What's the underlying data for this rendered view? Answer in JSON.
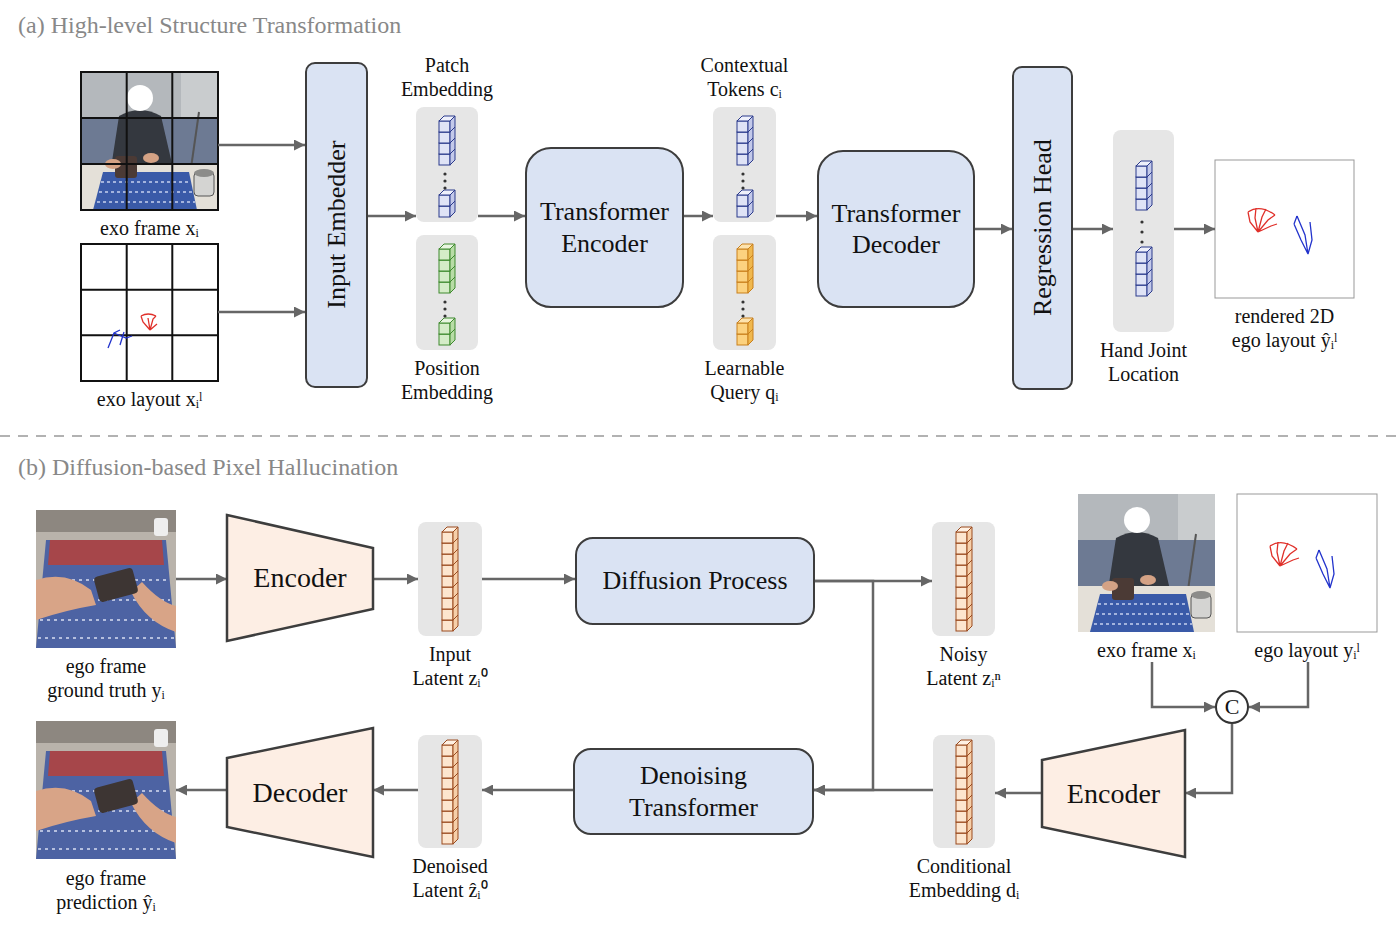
{
  "diagram": {
    "nodes": [
      {
        "text": [
          "exo frame xᵢ"
        ]
      },
      {
        "text": [
          "exo layout xᵢˡ"
        ]
      },
      {
        "text": [
          "Input Embedder"
        ]
      },
      {
        "text": [
          "Patch Embedding"
        ]
      },
      {
        "text": [
          "Position Embedding"
        ]
      },
      {
        "text": [
          "Transformer Encoder"
        ]
      },
      {
        "text": [
          "Contextual Tokens cᵢ"
        ]
      },
      {
        "text": [
          "Learnable Query qᵢ"
        ]
      },
      {
        "text": [
          "Transformer Decoder"
        ]
      },
      {
        "text": [
          "Regression Head"
        ]
      },
      {
        "text": [
          "Hand Joint Location"
        ]
      },
      {
        "text": [
          "rendered 2D ego layout ŷᵢˡ"
        ]
      },
      {
        "text": [
          "ego frame ground truth yᵢ"
        ]
      },
      {
        "text": [
          "Encoder"
        ]
      },
      {
        "text": [
          "Input Latent zᵢ⁰"
        ]
      },
      {
        "text": [
          "Diffusion Process"
        ]
      },
      {
        "text": [
          "Noisy Latent zᵢⁿ"
        ]
      },
      {
        "text": [
          "exo frame xᵢ"
        ]
      },
      {
        "text": [
          "ego layout yᵢˡ"
        ]
      },
      {
        "text": [
          "C"
        ]
      },
      {
        "text": [
          "Encoder"
        ]
      },
      {
        "text": [
          "Conditional Embedding dᵢ"
        ]
      },
      {
        "text": [
          "Denoising Transformer"
        ]
      },
      {
        "text": [
          "Denoised Latent ẑᵢ⁰"
        ]
      },
      {
        "text": [
          "Decoder"
        ]
      },
      {
        "text": [
          "ego frame prediction ŷᵢ"
        ]
      }
    ],
    "edges": [
      {
        "from": 0,
        "to": 2,
        "arrow": "to"
      },
      {
        "from": 1,
        "to": 2,
        "arrow": "to"
      },
      {
        "from": 2,
        "to": 3,
        "arrow": "to"
      },
      {
        "from": 3,
        "to": 5,
        "arrow": "to"
      },
      {
        "from": 5,
        "to": 6,
        "arrow": "to"
      },
      {
        "from": 6,
        "to": 8,
        "arrow": "to"
      },
      {
        "from": 8,
        "to": 9,
        "arrow": "to"
      },
      {
        "from": 9,
        "to": 10,
        "arrow": "to"
      },
      {
        "from": 10,
        "to": 11,
        "arrow": "to"
      },
      {
        "from": 12,
        "to": 13,
        "arrow": "to"
      },
      {
        "from": 13,
        "to": 14,
        "arrow": "to"
      },
      {
        "from": 14,
        "to": 15,
        "arrow": "to"
      },
      {
        "from": 15,
        "to": 16,
        "arrow": "to"
      },
      {
        "from": 15,
        "to": 22,
        "arrow": "to"
      },
      {
        "from": 17,
        "to": 19,
        "arrow": "to"
      },
      {
        "from": 18,
        "to": 19,
        "arrow": "to"
      },
      {
        "from": 19,
        "to": 20,
        "arrow": "to"
      },
      {
        "from": 20,
        "to": 21,
        "arrow": "to"
      },
      {
        "from": 21,
        "to": 22,
        "arrow": "to"
      },
      {
        "from": 22,
        "to": 23,
        "arrow": "to"
      },
      {
        "from": 23,
        "to": 24,
        "arrow": "to"
      },
      {
        "from": 24,
        "to": 25,
        "arrow": "to"
      }
    ],
    "labels": [
      "(a) High-level Structure Transformation",
      "(b) Diffusion-based Pixel Hallucination"
    ]
  }
}
